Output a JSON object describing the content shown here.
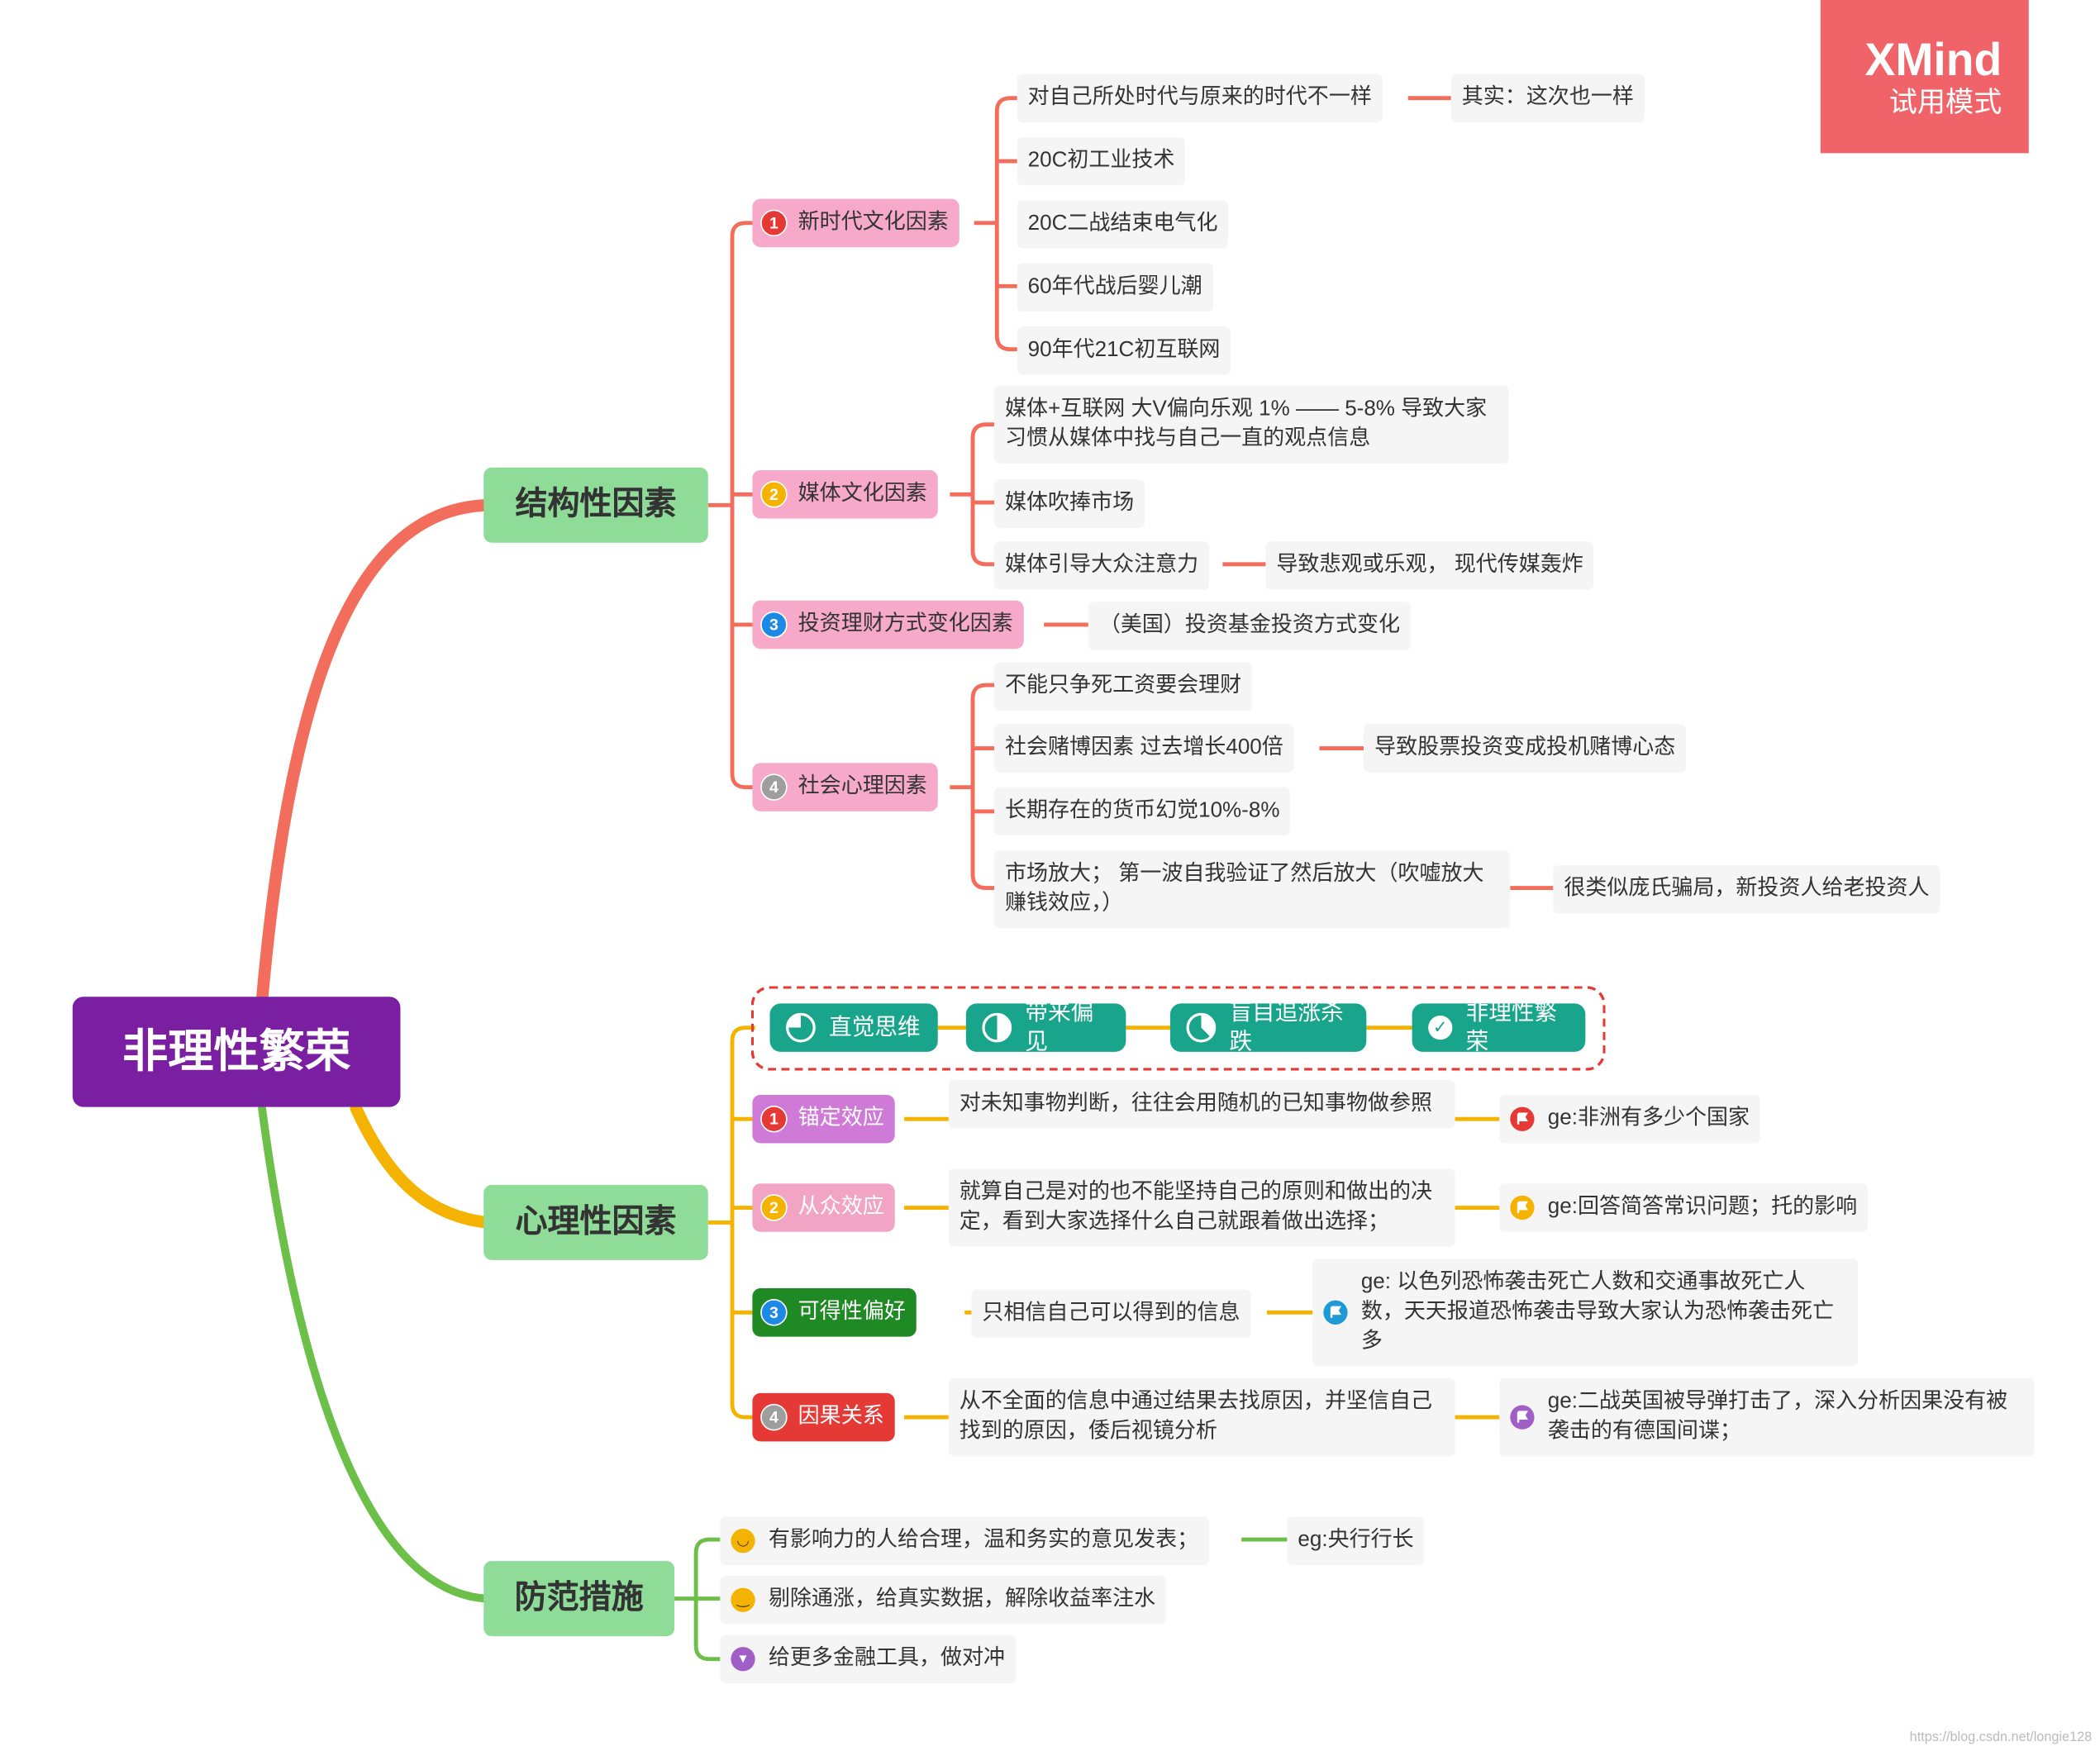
{
  "watermark": {
    "brand": "XMind",
    "mode": "试用模式",
    "color": "#f06469"
  },
  "url": "https://blog.csdn.net/longie128",
  "root": {
    "label": "非理性繁荣",
    "color": "#7b1fa2"
  },
  "structural": {
    "label": "结构性因素",
    "branch_color": "#f26d5b",
    "sub1": {
      "num": "1",
      "label": "新时代文化因素",
      "items": [
        "对自己所处时代与原来的时代不一样",
        "20C初工业技术",
        "20C二战结束电气化",
        "60年代战后婴儿潮",
        "90年代21C初互联网"
      ],
      "note": "其实：这次也一样"
    },
    "sub2": {
      "num": "2",
      "label": "媒体文化因素",
      "items": [
        "媒体+互联网 大V偏向乐观 1% —— 5-8% 导致大家习惯从媒体中找与自己一直的观点信息",
        "媒体吹捧市场",
        "媒体引导大众注意力"
      ],
      "note": "导致悲观或乐观， 现代传媒轰炸"
    },
    "sub3": {
      "num": "3",
      "label": "投资理财方式变化因素",
      "note": "（美国）投资基金投资方式变化"
    },
    "sub4": {
      "num": "4",
      "label": "社会心理因素",
      "items": [
        "不能只争死工资要会理财",
        "社会赌博因素 过去增长400倍",
        "长期存在的货币幻觉10%-8%",
        "市场放大； 第一波自我验证了然后放大（吹嘘放大赚钱效应，）"
      ],
      "note1": "导致股票投资变成投机赌博心态",
      "note2": "很类似庞氏骗局，新投资人给老投资人"
    }
  },
  "psych": {
    "label": "心理性因素",
    "branch_color": "#f5b301",
    "chain": [
      "直觉思维",
      "带来偏见",
      "盲目追涨杀跌",
      "非理性繁荣"
    ],
    "chain_progress": [
      0.75,
      0.5,
      0.375,
      1.0
    ],
    "rows": [
      {
        "num": "1",
        "label": "锚定效应",
        "color": "#d07ad8",
        "desc": "对未知事物判断，往往会用随机的已知事物做参照",
        "eg": "ge:非洲有多少个国家",
        "flag_color": "#e53935"
      },
      {
        "num": "2",
        "label": "从众效应",
        "color": "#f1a4c4",
        "desc": "就算自己是对的也不能坚持自己的原则和做出的决定，看到大家选择什么自己就跟着做出选择；",
        "eg": "ge:回答简答常识问题；托的影响",
        "flag_color": "#f5b301"
      },
      {
        "num": "3",
        "label": "可得性偏好",
        "color": "#1f8a24",
        "desc": "只相信自己可以得到的信息",
        "eg": "ge: 以色列恐怖袭击死亡人数和交通事故死亡人数，天天报道恐怖袭击导致大家认为恐怖袭击死亡多",
        "flag_color": "#1e9bd7"
      },
      {
        "num": "4",
        "label": "因果关系",
        "color": "#e53935",
        "desc": "从不全面的信息中通过结果去找原因，并坚信自己找到的原因，倭后视镜分析",
        "eg": "ge:二战英国被导弹打击了，深入分析因果没有被袭击的有德国间谍；",
        "flag_color": "#a05ec7"
      }
    ]
  },
  "prevent": {
    "label": "防范措施",
    "branch_color": "#6cc04a",
    "items": [
      "有影响力的人给合理，温和务实的意见发表；",
      "剔除通涨，给真实数据，解除收益率注水",
      "给更多金融工具，做对冲"
    ],
    "note": "eg:央行行长"
  }
}
